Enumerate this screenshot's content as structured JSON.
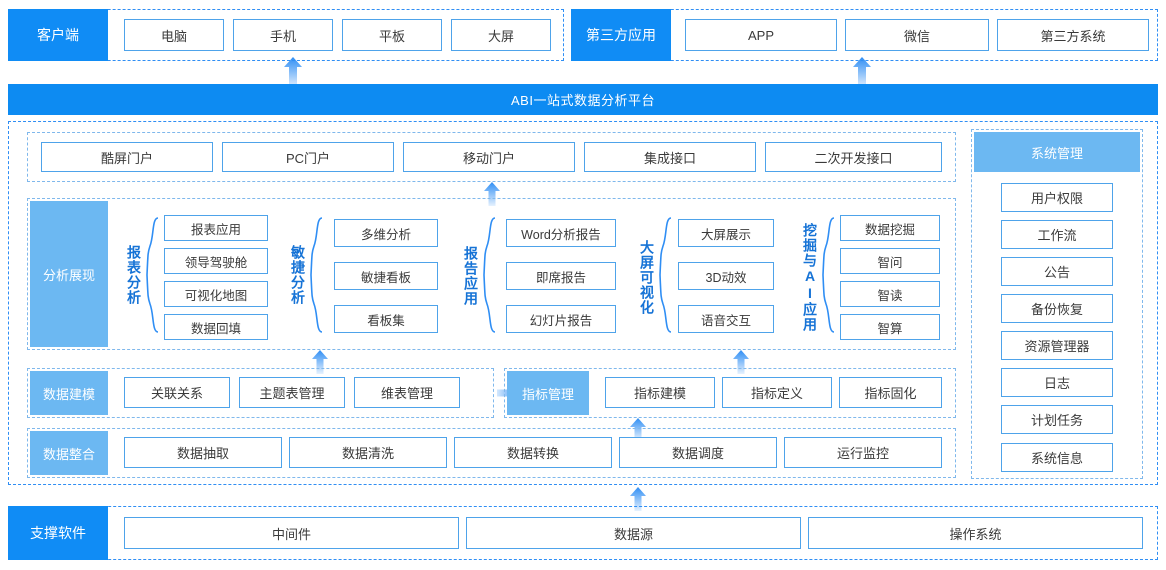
{
  "platform_banner": "ABI一站式数据分析平台",
  "top": {
    "client": {
      "label": "客户端",
      "items": [
        "电脑",
        "手机",
        "平板",
        "大屏"
      ]
    },
    "third_party": {
      "label": "第三方应用",
      "items": [
        "APP",
        "微信",
        "第三方系统"
      ]
    }
  },
  "portal": {
    "items": [
      "酷屏门户",
      "PC门户",
      "移动门户",
      "集成接口",
      "二次开发接口"
    ]
  },
  "analysis": {
    "label": "分析展现",
    "groups": [
      {
        "title": "报表分析",
        "items": [
          "报表应用",
          "领导驾驶舱",
          "可视化地图",
          "数据回填"
        ]
      },
      {
        "title": "敏捷分析",
        "items": [
          "多维分析",
          "敏捷看板",
          "看板集"
        ]
      },
      {
        "title": "报告应用",
        "items": [
          "Word分析报告",
          "即席报告",
          "幻灯片报告"
        ]
      },
      {
        "title": "大屏可视化",
        "items": [
          "大屏展示",
          "3D动效",
          "语音交互"
        ]
      },
      {
        "title": "挖掘与AI应用",
        "items": [
          "数据挖掘",
          "智问",
          "智读",
          "智算"
        ]
      }
    ]
  },
  "modeling": {
    "label": "数据建模",
    "items": [
      "关联关系",
      "主题表管理",
      "维表管理"
    ],
    "metric_label": "指标管理",
    "metric_items": [
      "指标建模",
      "指标定义",
      "指标固化"
    ]
  },
  "integration": {
    "label": "数据整合",
    "items": [
      "数据抽取",
      "数据清洗",
      "数据转换",
      "数据调度",
      "运行监控"
    ]
  },
  "system": {
    "label": "系统管理",
    "items": [
      "用户权限",
      "工作流",
      "公告",
      "备份恢复",
      "资源管理器",
      "日志",
      "计划任务",
      "系统信息"
    ]
  },
  "support": {
    "label": "支撑软件",
    "items": [
      "中间件",
      "数据源",
      "操作系统"
    ]
  },
  "colors": {
    "brand_blue": "#0d8bf2",
    "light_blue": "#6cb8f2",
    "box_border": "#4ea3ea",
    "dash_border": "#2f8ef4",
    "vlabel_text": "#1673d6"
  }
}
